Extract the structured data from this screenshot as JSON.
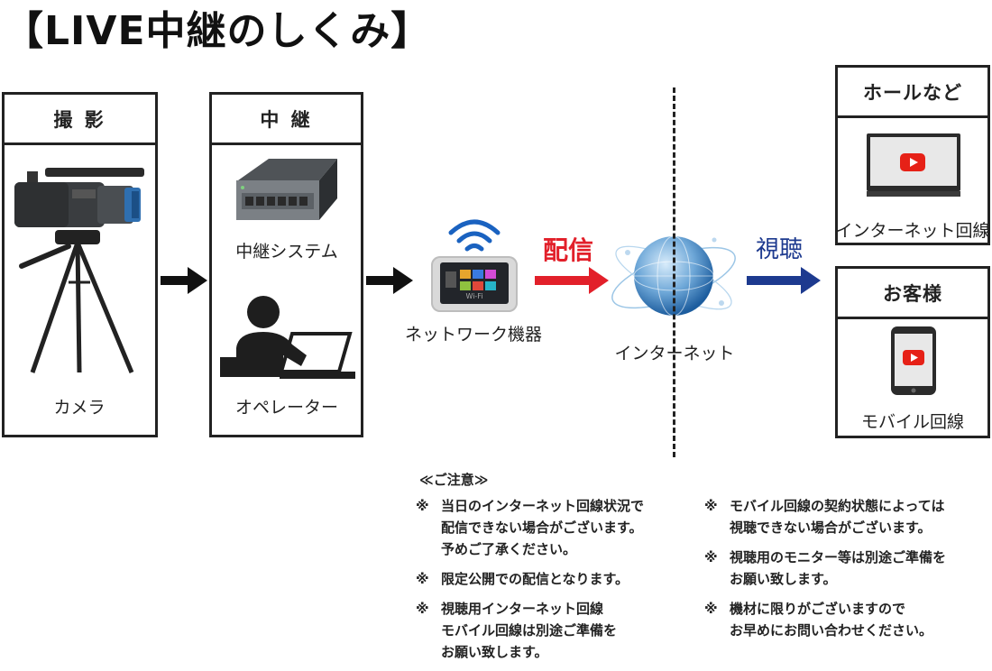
{
  "title": "【LIVE中継のしくみ】",
  "sections": {
    "shoot": {
      "header": "撮 影",
      "camera_label": "カメラ"
    },
    "relay": {
      "header": "中 継",
      "system_label": "中継システム",
      "operator_label": "オペレーター"
    }
  },
  "network_label": "ネットワーク機器",
  "router_screen_text": "Wi-Fi",
  "distribution_label": "配信",
  "internet_label": "インターネット",
  "viewing_label": "視聴",
  "hall": {
    "header": "ホールなど",
    "label": "インターネット回線"
  },
  "customer": {
    "header": "お客様",
    "label": "モバイル回線"
  },
  "notes": {
    "heading": "≪ご注意≫",
    "mark": "※",
    "left": [
      {
        "lines": [
          "当日のインターネット回線状況で",
          "配信できない場合がございます。",
          "予めご了承ください。"
        ]
      },
      {
        "lines": [
          "限定公開での配信となります。"
        ]
      },
      {
        "lines": [
          "視聴用インターネット回線",
          "モバイル回線は別途ご準備を",
          "お願い致します。"
        ]
      }
    ],
    "right": [
      {
        "lines": [
          "モバイル回線の契約状態によっては",
          "視聴できない場合がございます。"
        ]
      },
      {
        "lines": [
          "視聴用のモニター等は別途ご準備を",
          "お願い致します。"
        ]
      },
      {
        "lines": [
          "機材に限りがございますので",
          "お早めにお問い合わせください。"
        ]
      }
    ]
  },
  "colors": {
    "red": "#e2202a",
    "blue": "#1d3a8f",
    "youtube": "#e62117"
  },
  "icons": [
    "video-camera-icon",
    "tripod-icon",
    "network-switch-icon",
    "operator-icon",
    "laptop-icon",
    "wifi-router-icon",
    "wifi-signal-icon",
    "globe-icon",
    "tv-monitor-icon",
    "smartphone-icon",
    "youtube-icon"
  ]
}
